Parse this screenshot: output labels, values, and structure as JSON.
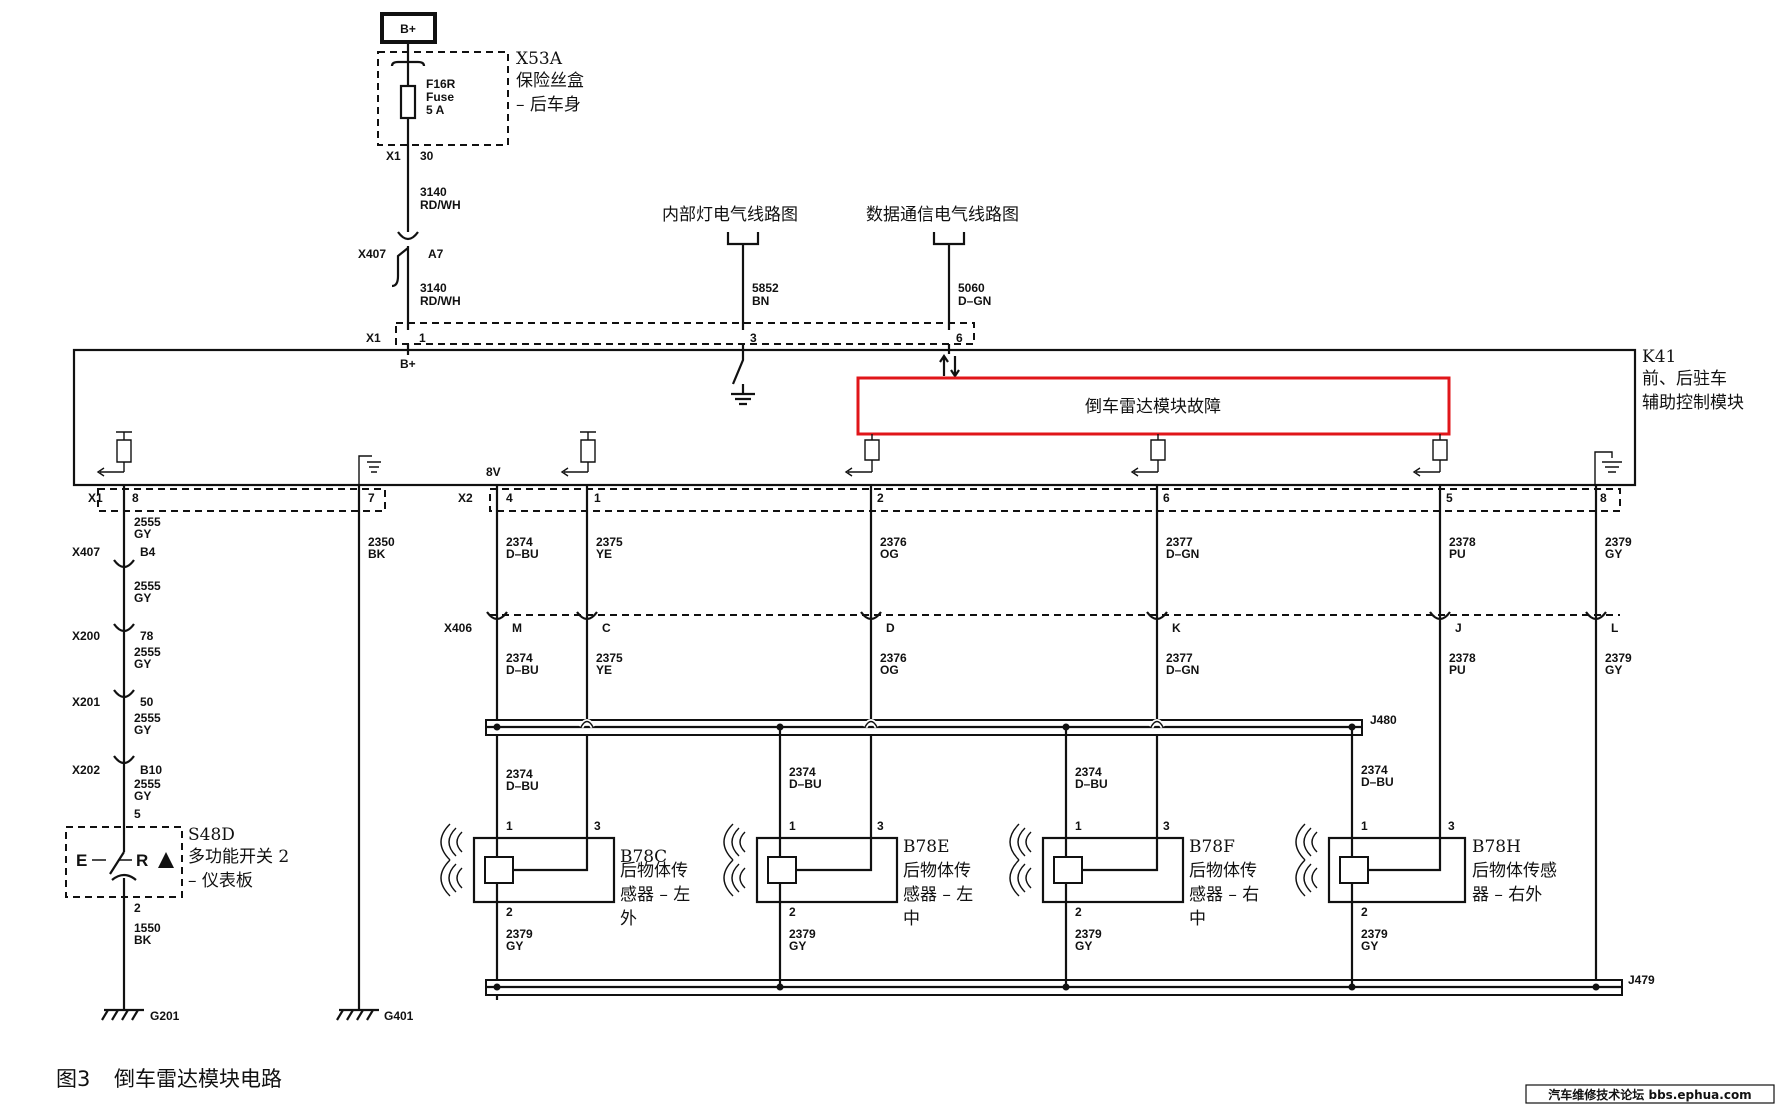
{
  "power": {
    "label": "B+"
  },
  "fusebox": {
    "id": "X53A",
    "name_l1": "保险丝盒",
    "name_l2": "– 后车身",
    "fuse_id": "F16R",
    "fuse_word": "Fuse",
    "fuse_rating": "5 A",
    "conn": "X1",
    "pin": "30"
  },
  "wire_power": {
    "circuit": "3140",
    "color": "RD/WH"
  },
  "inline_x407_top": {
    "conn": "X407",
    "pin": "A7"
  },
  "module": {
    "id": "K41",
    "name_l1": "前、后驻车",
    "name_l2": "辅助控制模块",
    "fault_text": "倒车雷达模块故障",
    "top_conn": "X1",
    "top_pins": [
      "1",
      "3",
      "6"
    ],
    "bplus": "B+",
    "left_conn": "X1",
    "left_pins": [
      "8",
      "7"
    ],
    "right_conn": "X2",
    "right_pins": [
      "4",
      "1",
      "2",
      "6",
      "5",
      "8"
    ],
    "v8": "8V"
  },
  "refs": {
    "interior_light": "内部灯电气线路图",
    "data_comm": "数据通信电气线路图"
  },
  "wire_5852": {
    "circuit": "5852",
    "color": "BN"
  },
  "wire_5060": {
    "circuit": "5060",
    "color": "D–GN"
  },
  "left_chain": {
    "segments": [
      {
        "circuit": "2555",
        "color": "GY"
      },
      {
        "circuit": "2555",
        "color": "GY"
      },
      {
        "circuit": "2555",
        "color": "GY"
      },
      {
        "circuit": "2555",
        "color": "GY"
      },
      {
        "circuit": "2555",
        "color": "GY"
      }
    ],
    "inlines": [
      {
        "conn": "X407",
        "pin": "B4"
      },
      {
        "conn": "X200",
        "pin": "78"
      },
      {
        "conn": "X201",
        "pin": "50"
      },
      {
        "conn": "X202",
        "pin": "B10"
      }
    ]
  },
  "switch": {
    "id": "S48D",
    "name_l1": "多功能开关 2",
    "name_l2": "– 仪表板",
    "pin_top": "5",
    "pin_bot": "2",
    "left_glyph": "E",
    "right_glyph": "R"
  },
  "wire_1550": {
    "circuit": "1550",
    "color": "BK"
  },
  "ground_g201": {
    "label": "G201"
  },
  "wire_2350": {
    "circuit": "2350",
    "color": "BK"
  },
  "ground_g401": {
    "label": "G401"
  },
  "x406": {
    "conn": "X406"
  },
  "channels": [
    {
      "circuit": "2374",
      "color": "D–BU",
      "pin": "M"
    },
    {
      "circuit": "2375",
      "color": "YE",
      "pin": "C"
    },
    {
      "circuit": "2376",
      "color": "OG",
      "pin": "D"
    },
    {
      "circuit": "2377",
      "color": "D–GN",
      "pin": "K"
    },
    {
      "circuit": "2378",
      "color": "PU",
      "pin": "J"
    },
    {
      "circuit": "2379",
      "color": "GY",
      "pin": "L"
    }
  ],
  "splice_top": {
    "label": "J480"
  },
  "splice_bottom": {
    "label": "J479"
  },
  "sensors": [
    {
      "id": "B78C",
      "name_l1": "后物体传",
      "name_l2": "感器 – 左",
      "name_l3": "外"
    },
    {
      "id": "B78E",
      "name_l1": "后物体传",
      "name_l2": "感器 – 左",
      "name_l3": "中"
    },
    {
      "id": "B78F",
      "name_l1": "后物体传",
      "name_l2": "感器 – 右",
      "name_l3": "中"
    },
    {
      "id": "B78H",
      "name_l1": "后物体传感",
      "name_l2": "器 – 右外",
      "name_l3": ""
    }
  ],
  "sensor_feed": {
    "circuit": "2374",
    "color": "D–BU"
  },
  "sensor_ground": {
    "circuit": "2379",
    "color": "GY"
  },
  "sensor_pins": {
    "p1": "1",
    "p2": "2",
    "p3": "3"
  },
  "caption": {
    "fig": "图3",
    "title": "倒车雷达模块电路"
  },
  "watermark": "汽车维修技术论坛 bbs.ephua.com"
}
